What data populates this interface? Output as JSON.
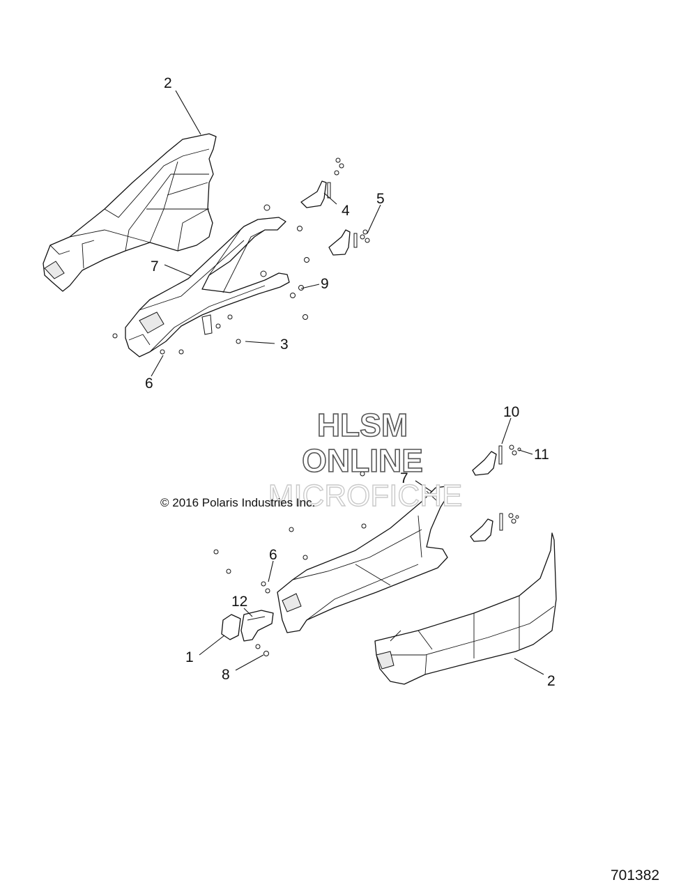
{
  "callouts": {
    "top_2": "2",
    "top_4": "4",
    "top_5": "5",
    "top_7": "7",
    "top_9": "9",
    "top_3": "3",
    "top_6": "6",
    "bot_10": "10",
    "bot_11": "11",
    "bot_7": "7",
    "bot_6": "6",
    "bot_12": "12",
    "bot_1": "1",
    "bot_8": "8",
    "bot_2": "2"
  },
  "watermark": {
    "line1": "HLSM",
    "line2": "ONLINE",
    "line3": "MICROFICHE"
  },
  "copyright": "© 2016 Polaris Industries Inc.",
  "figure_number": "701382"
}
